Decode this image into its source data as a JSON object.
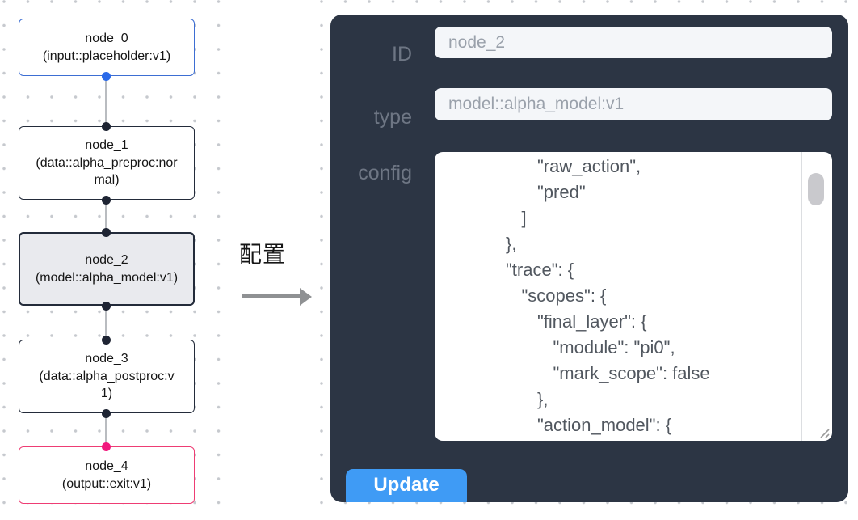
{
  "flow": {
    "nodes": [
      {
        "id": "node_0",
        "title": "node_0",
        "subtitle": "(input::placeholder:v1)",
        "variant": "input"
      },
      {
        "id": "node_1",
        "title": "node_1",
        "subtitle": "(data::alpha_preproc:normal)",
        "variant": "default"
      },
      {
        "id": "node_2",
        "title": "node_2",
        "subtitle": "(model::alpha_model:v1)",
        "variant": "selected"
      },
      {
        "id": "node_3",
        "title": "node_3",
        "subtitle": "(data::alpha_postproc:v1)",
        "variant": "default"
      },
      {
        "id": "node_4",
        "title": "node_4",
        "subtitle": "(output::exit:v1)",
        "variant": "output"
      }
    ]
  },
  "annotation": {
    "label": "配置"
  },
  "panel": {
    "fields": [
      {
        "label": "ID",
        "value": "node_2"
      },
      {
        "label": "type",
        "value": "model::alpha_model:v1"
      }
    ],
    "config": {
      "label": "config",
      "lines": [
        {
          "indent": 6,
          "text": "\"raw_action\","
        },
        {
          "indent": 6,
          "text": "\"pred\""
        },
        {
          "indent": 5,
          "text": "]"
        },
        {
          "indent": 4,
          "text": "},"
        },
        {
          "indent": 4,
          "text": "\"trace\": {"
        },
        {
          "indent": 5,
          "text": "\"scopes\": {"
        },
        {
          "indent": 6,
          "text": "\"final_layer\": {"
        },
        {
          "indent": 7,
          "text": "\"module\": \"pi0\","
        },
        {
          "indent": 7,
          "text": "\"mark_scope\": false"
        },
        {
          "indent": 6,
          "text": "},"
        },
        {
          "indent": 6,
          "text": "\"action_model\": {"
        }
      ]
    },
    "update_label": "Update"
  },
  "colors": {
    "panel_bg": "#2c3544",
    "button_blue": "#3f9bf5",
    "node_blue": "#3d6ed3",
    "node_dark": "#232b3a",
    "node_pink": "#ee3d74",
    "port_blue": "#2a6ae9",
    "port_dark": "#1e2433",
    "port_pink": "#f1197d",
    "selected_fill": "#e9eaee",
    "edge_gray": "#b9bcc0"
  }
}
